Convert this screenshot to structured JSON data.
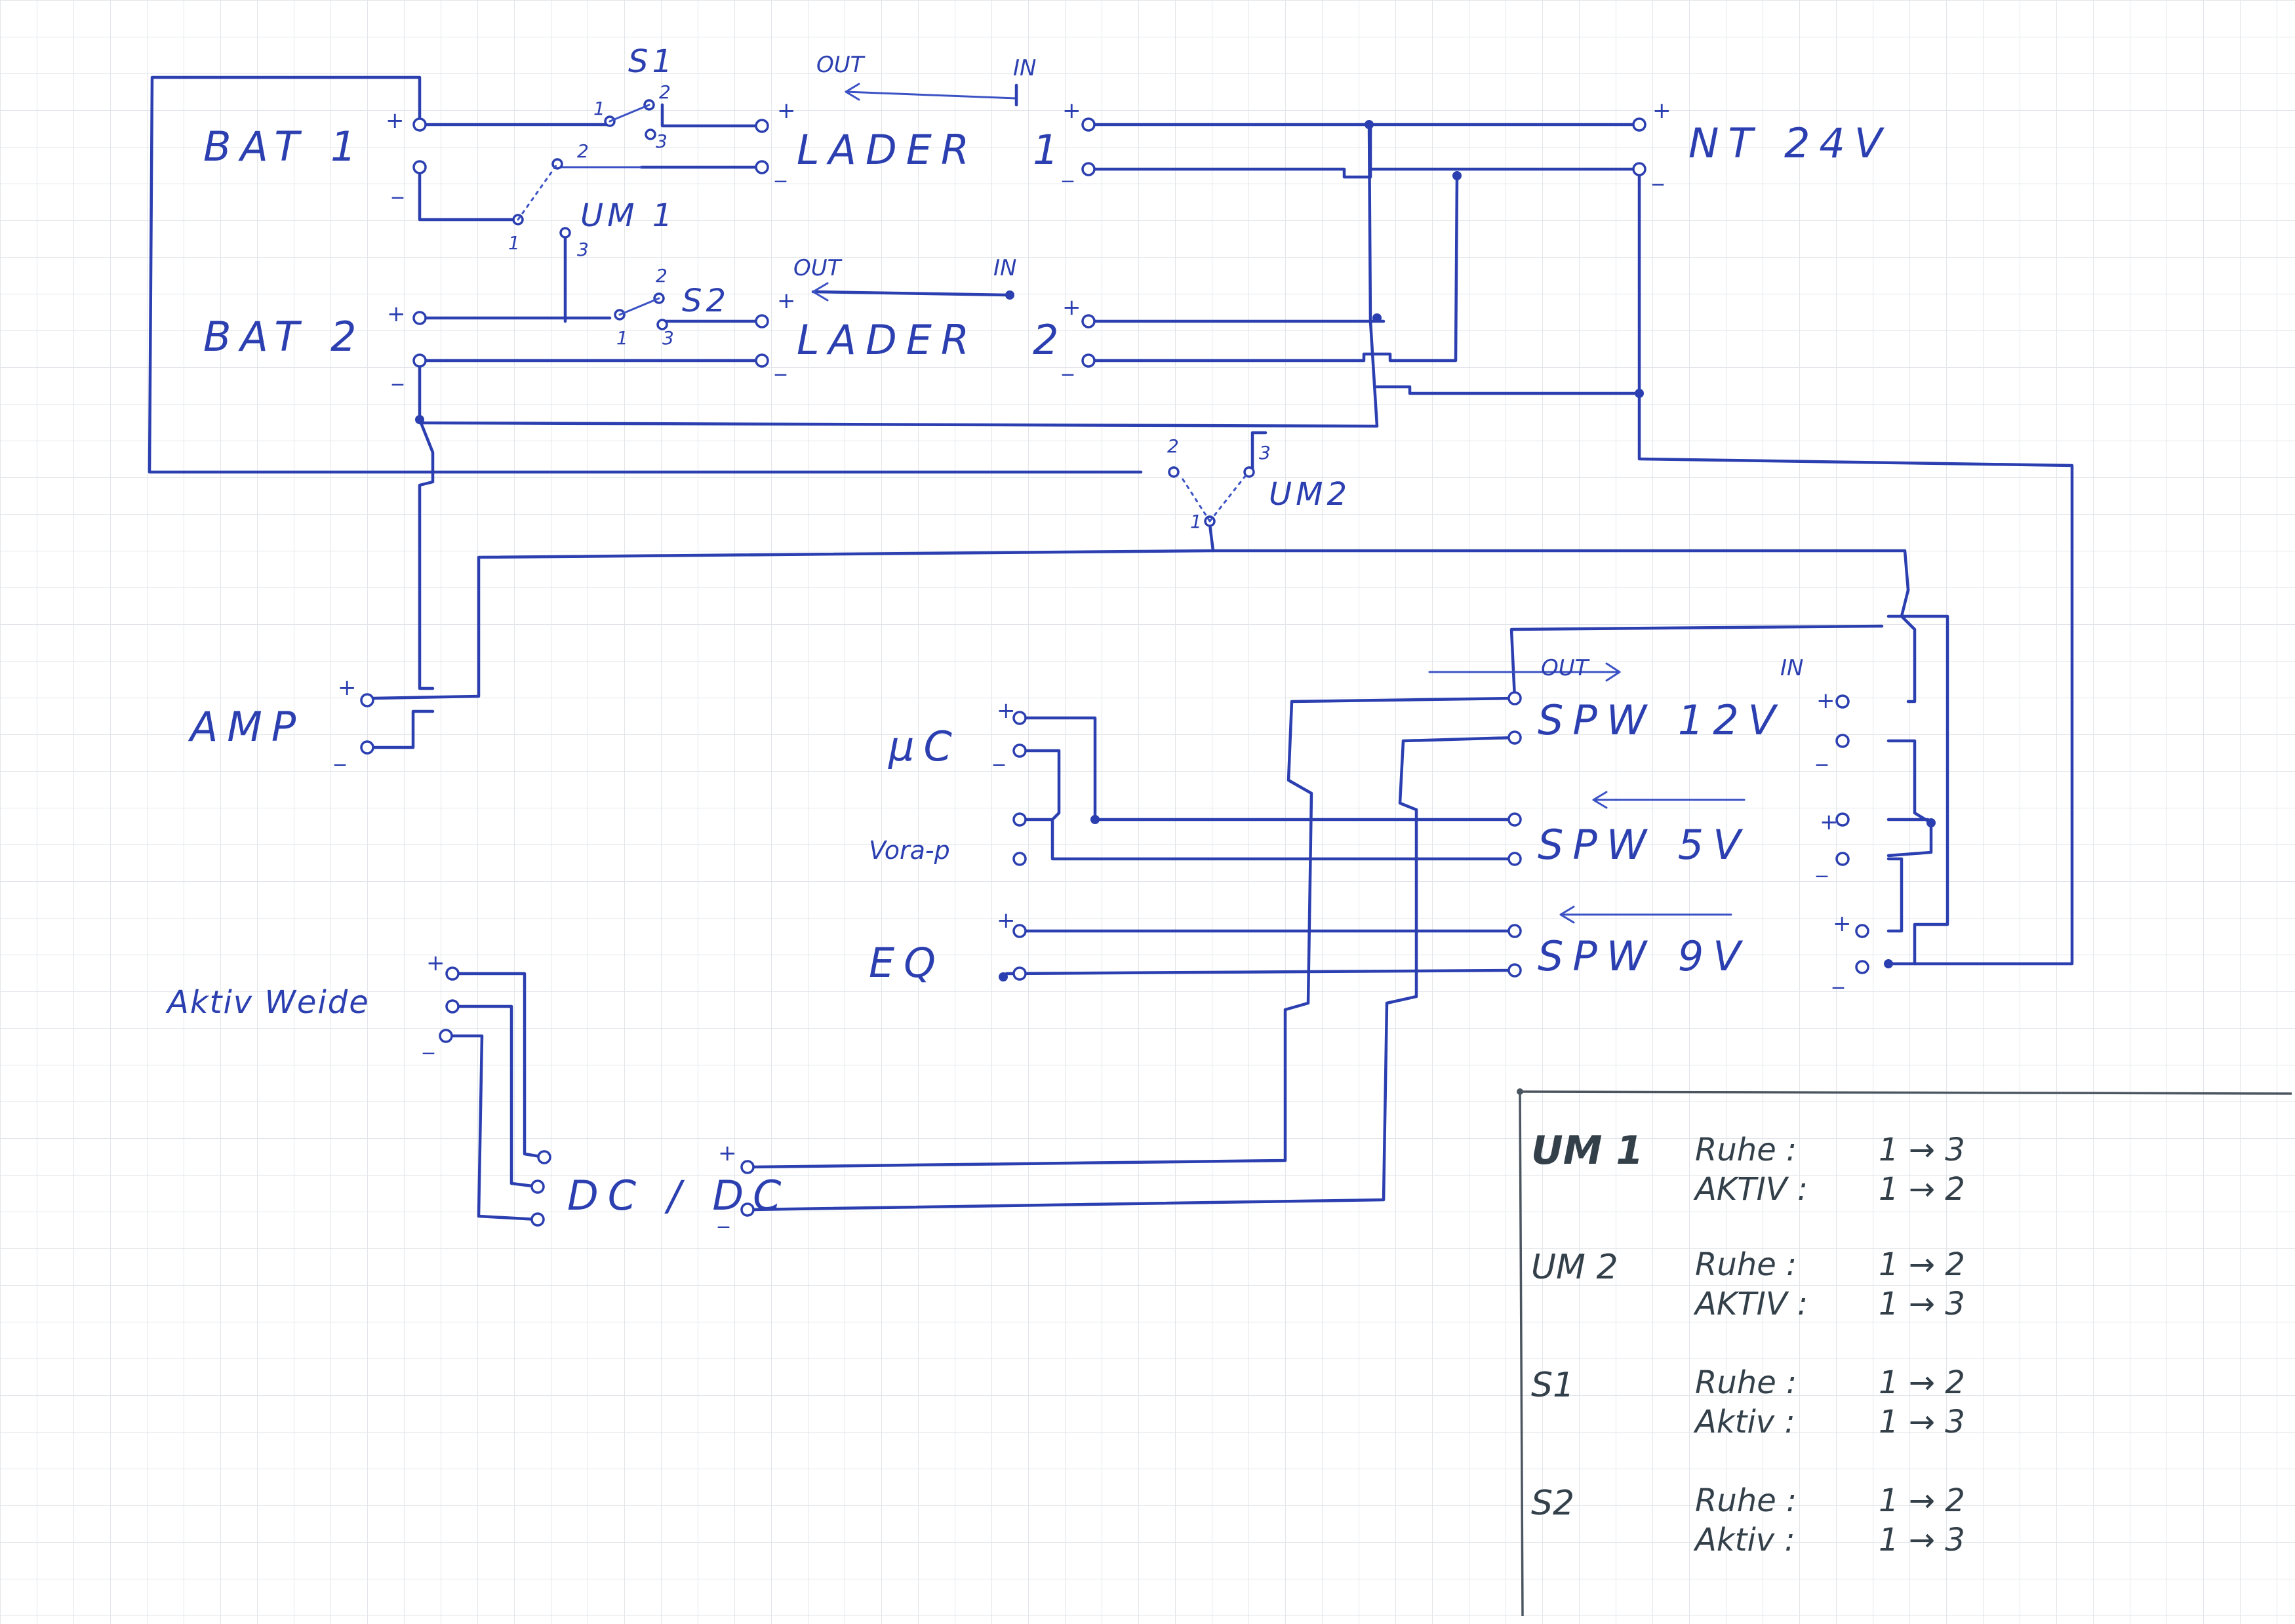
{
  "components": {
    "bat1": "BAT 1",
    "bat2": "BAT 2",
    "lader1": "LADER",
    "lader1_num": "1",
    "lader2": "LADER",
    "lader2_num": "2",
    "nt": "NT 24V",
    "amp": "AMP",
    "spw12": "SPW 12V",
    "spw5": "SPW 5V",
    "spw9": "SPW 9V",
    "uc": "µC",
    "vorap": "Vora-p",
    "eq": "EQ",
    "aktiv": "Aktiv Weide",
    "dcdc": "DC / DC"
  },
  "switches": {
    "s1": "S1",
    "s2": "S2",
    "um1": "UM 1",
    "um2": "UM2"
  },
  "pins": {
    "p1": "1",
    "p2": "2",
    "p3": "3",
    "plus": "+",
    "minus": "_"
  },
  "arrows": {
    "out": "OUT",
    "in": "IN"
  },
  "legend": {
    "rows": [
      {
        "name": "UM 1",
        "states": [
          {
            "label": "Ruhe :",
            "value": "1 → 3"
          },
          {
            "label": "AKTIV :",
            "value": "1 → 2"
          }
        ]
      },
      {
        "name": "UM 2",
        "states": [
          {
            "label": "Ruhe :",
            "value": "1 → 2"
          },
          {
            "label": "AKTIV :",
            "value": "1 → 3"
          }
        ]
      },
      {
        "name": "S1",
        "states": [
          {
            "label": "Ruhe :",
            "value": "1 → 2"
          },
          {
            "label": "Aktiv :",
            "value": "1 → 3"
          }
        ]
      },
      {
        "name": "S2",
        "states": [
          {
            "label": "Ruhe :",
            "value": "1 → 2"
          },
          {
            "label": "Aktiv :",
            "value": "1 → 3"
          }
        ]
      }
    ]
  },
  "colors": {
    "ink": "#2b3fb0",
    "pencil": "#4b5560",
    "grid": "#dfe3e8",
    "paper": "#ffffff"
  }
}
